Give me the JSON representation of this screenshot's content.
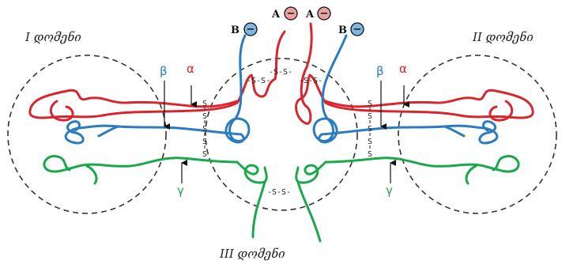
{
  "domains": {
    "left": "I დომენი",
    "right": "II დომენი",
    "bottom": "III დომენი"
  },
  "chains": {
    "alpha": "α",
    "beta": "β",
    "gamma": "γ"
  },
  "disulfide_bond": "-S-S-",
  "disulfide_vertical": [
    "S",
    "S",
    "S",
    "S",
    "S"
  ],
  "ions": {
    "A": "A",
    "B": "B",
    "minus": "−"
  },
  "colors": {
    "alpha_chain": "#d8262e",
    "beta_chain": "#2b7bbf",
    "gamma_chain": "#1aa84a",
    "ion_a_fill": "#e9a3a0",
    "ion_b_fill": "#7fb6e0",
    "domain_outline": "#333333"
  }
}
